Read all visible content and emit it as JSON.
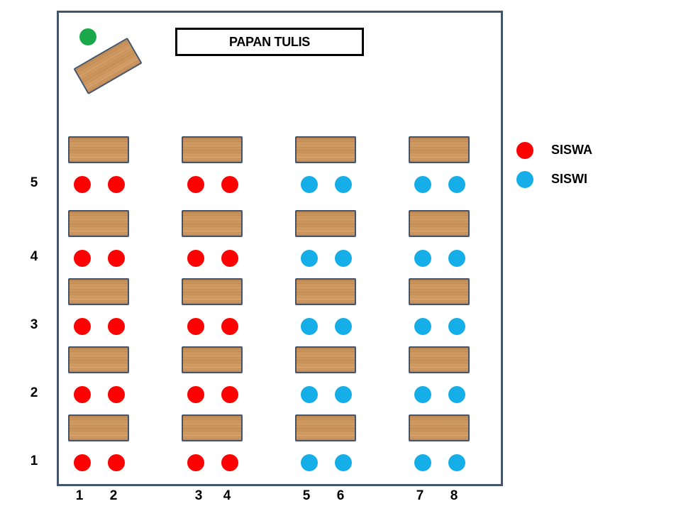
{
  "board": {
    "label": "PAPAN TULIS"
  },
  "teacher": {
    "color": "#1aa84a"
  },
  "legend": [
    {
      "label": "SISWA",
      "color": "#ff0000",
      "key": "siswa"
    },
    {
      "label": "SISWI",
      "color": "#16aee8",
      "key": "siswi"
    }
  ],
  "row_labels": [
    "5",
    "4",
    "3",
    "2",
    "1"
  ],
  "column_labels": [
    "1",
    "2",
    "3",
    "4",
    "5",
    "6",
    "7",
    "8"
  ],
  "desk_groups": [
    {
      "columns": [
        "1",
        "2"
      ],
      "seat_type": "siswa"
    },
    {
      "columns": [
        "3",
        "4"
      ],
      "seat_type": "siswa"
    },
    {
      "columns": [
        "5",
        "6"
      ],
      "seat_type": "siswi"
    },
    {
      "columns": [
        "7",
        "8"
      ],
      "seat_type": "siswi"
    }
  ]
}
